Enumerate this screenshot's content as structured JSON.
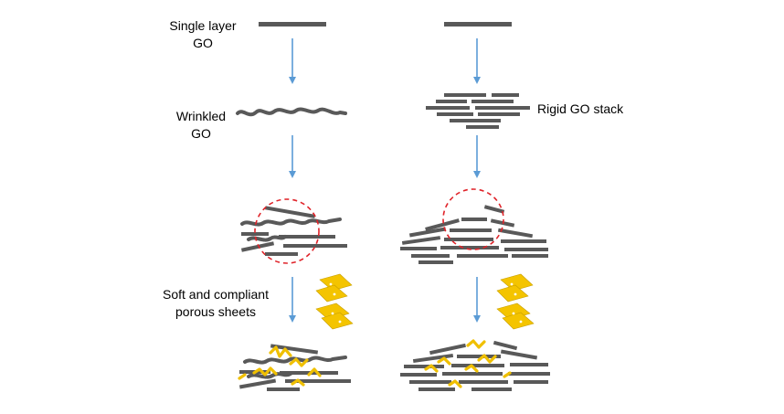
{
  "labels": {
    "single_layer": [
      "Single layer",
      "GO"
    ],
    "wrinkled": [
      "Wrinkled",
      "GO"
    ],
    "rigid_stack": "Rigid GO stack",
    "soft_sheets": [
      "Soft and compliant",
      "porous sheets"
    ]
  },
  "colors": {
    "sheet": "#595959",
    "arrow": "#5b9bd5",
    "highlight_circle": "#e0242a",
    "particle": "#f4c400"
  }
}
